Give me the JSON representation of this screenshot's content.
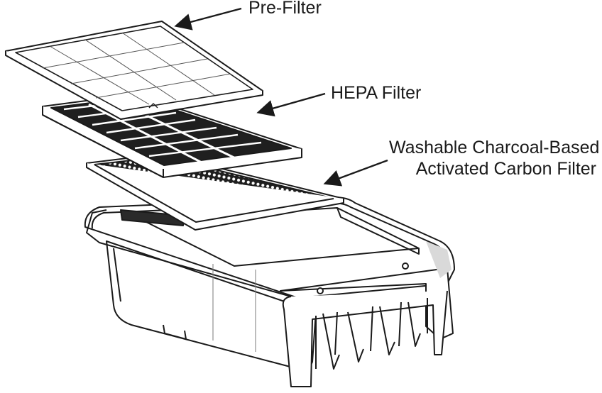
{
  "labels": {
    "pre_filter": "Pre-Filter",
    "hepa_filter": "HEPA Filter",
    "carbon_line1": "Washable Charcoal-Based",
    "carbon_line2": "Activated Carbon Filter"
  },
  "colors": {
    "line": "#1a1a1a",
    "background": "#ffffff",
    "shade": "#d9d9d9",
    "dark_fill": "#2a2a2a"
  }
}
